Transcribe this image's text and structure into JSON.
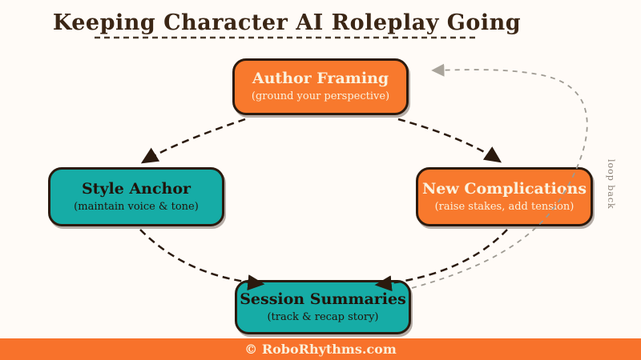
{
  "title": {
    "text": "Keeping Character AI Roleplay Going"
  },
  "nodes": [
    {
      "id": "author-framing",
      "title": "Author Framing",
      "subtitle": "(ground your perspective)",
      "color": "#F8792D"
    },
    {
      "id": "style-anchor",
      "title": "Style Anchor",
      "subtitle": "(maintain voice & tone)",
      "color": "#16ACA6"
    },
    {
      "id": "new-complications",
      "title": "New Complications",
      "subtitle": "(raise stakes, add tension)",
      "color": "#F8792D"
    },
    {
      "id": "session-summaries",
      "title": "Session Summaries",
      "subtitle": "(track & recap story)",
      "color": "#16ACA6"
    }
  ],
  "flow": [
    "author-framing -> style-anchor",
    "author-framing -> new-complications",
    "style-anchor -> session-summaries",
    "new-complications -> session-summaries",
    "session-summaries -> author-framing (loop back)"
  ],
  "loop_label": "loop back",
  "footer": {
    "text": "© RoboRhythms.com"
  },
  "colors": {
    "background": "#FFFBF7",
    "orange": "#F8792D",
    "teal": "#16ACA6",
    "node_border": "#2B1A0E",
    "title_text": "#3B2615",
    "arrow_dark": "#2B1A0E",
    "arrow_gray": "#9E9A92",
    "footer_bg": "#F8722B",
    "footer_text": "#FBEFD9"
  }
}
